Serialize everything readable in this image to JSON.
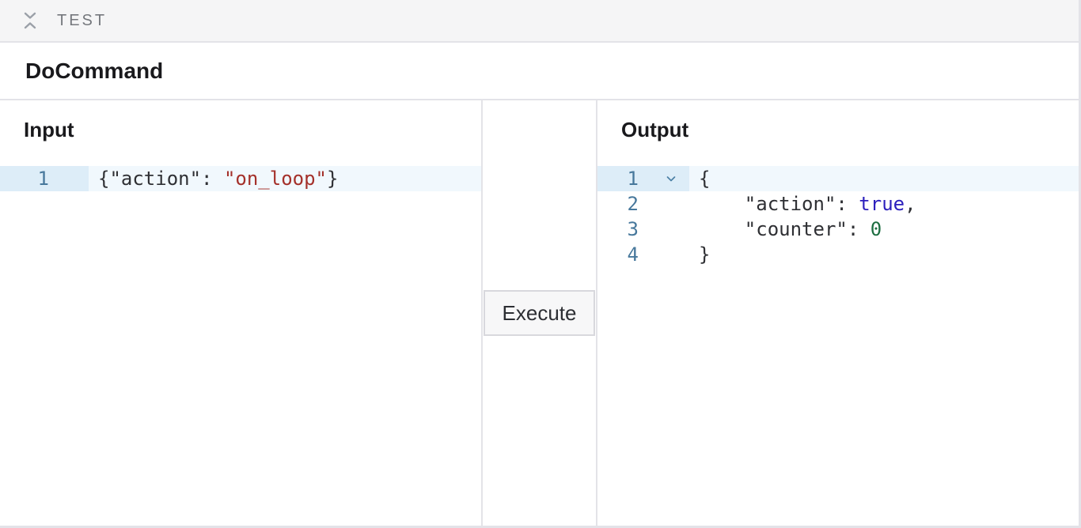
{
  "colors": {
    "topbar-bg": "#f5f5f6",
    "border": "#e3e3e8",
    "header-title": "#75787d",
    "icon-gray": "#9ba0a8",
    "title-text": "#19191c",
    "heading-text": "#19191c",
    "gutter-active-bg": "#ddedf8",
    "line-active-bg": "#f1f8fd",
    "line-number": "#47789c",
    "fold-icon": "#4b80a6",
    "code-plain": "#2f3034",
    "code-string": "#a4302a",
    "code-atom": "#2c20bd",
    "code-number": "#1d6e41",
    "button-bg": "#f7f7f8",
    "button-border": "#d8d8dd",
    "button-text": "#2c2e33"
  },
  "icons": {
    "header": "collapse-vertical",
    "fold": "chevron-down"
  },
  "header": {
    "title": "TEST"
  },
  "command": {
    "title": "DoCommand"
  },
  "execute": {
    "label": "Execute"
  },
  "panels": {
    "input": {
      "title": "Input",
      "lines": [
        {
          "num": "1",
          "active": true,
          "fold": false,
          "tokens": [
            {
              "text": "{\"action\": ",
              "type": "plain"
            },
            {
              "text": "\"on_loop\"",
              "type": "string"
            },
            {
              "text": "}",
              "type": "plain"
            }
          ]
        }
      ]
    },
    "output": {
      "title": "Output",
      "lines": [
        {
          "num": "1",
          "active": true,
          "fold": true,
          "tokens": [
            {
              "text": "{",
              "type": "plain"
            }
          ]
        },
        {
          "num": "2",
          "active": false,
          "fold": false,
          "tokens": [
            {
              "text": "    \"action\": ",
              "type": "plain"
            },
            {
              "text": "true",
              "type": "atom"
            },
            {
              "text": ",",
              "type": "plain"
            }
          ]
        },
        {
          "num": "3",
          "active": false,
          "fold": false,
          "tokens": [
            {
              "text": "    \"counter\": ",
              "type": "plain"
            },
            {
              "text": "0",
              "type": "number"
            }
          ]
        },
        {
          "num": "4",
          "active": false,
          "fold": false,
          "tokens": [
            {
              "text": "}",
              "type": "plain"
            }
          ]
        }
      ]
    }
  }
}
